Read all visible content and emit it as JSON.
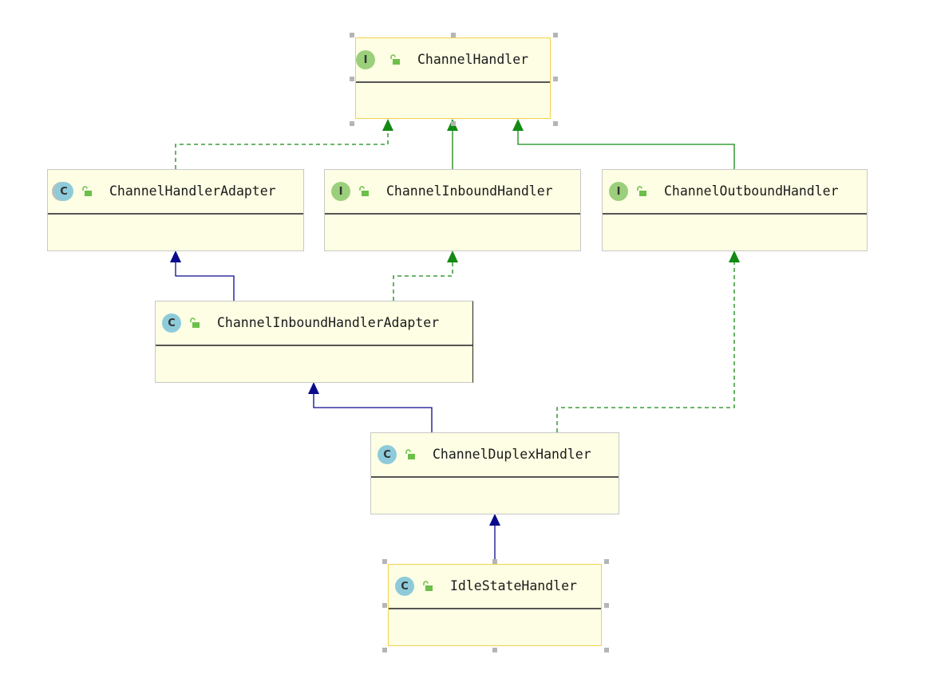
{
  "diagram": {
    "nodes": [
      {
        "id": "ChannelHandler",
        "kind": "interface",
        "badge": "I",
        "name": "ChannelHandler",
        "selected": true
      },
      {
        "id": "ChannelHandlerAdapter",
        "kind": "abstract-class",
        "badge": "C",
        "name": "ChannelHandlerAdapter",
        "selected": false
      },
      {
        "id": "ChannelInboundHandler",
        "kind": "interface",
        "badge": "I",
        "name": "ChannelInboundHandler",
        "selected": false
      },
      {
        "id": "ChannelOutboundHandler",
        "kind": "interface",
        "badge": "I",
        "name": "ChannelOutboundHandler",
        "selected": false
      },
      {
        "id": "ChannelInboundHandlerAdapter",
        "kind": "class",
        "badge": "C",
        "name": "ChannelInboundHandlerAdapter",
        "selected": false
      },
      {
        "id": "ChannelDuplexHandler",
        "kind": "class",
        "badge": "C",
        "name": "ChannelDuplexHandler",
        "selected": false
      },
      {
        "id": "IdleStateHandler",
        "kind": "class",
        "badge": "C",
        "name": "IdleStateHandler",
        "selected": true
      }
    ],
    "edges": [
      {
        "from": "ChannelHandlerAdapter",
        "to": "ChannelHandler",
        "type": "implements"
      },
      {
        "from": "ChannelInboundHandler",
        "to": "ChannelHandler",
        "type": "extends-interface"
      },
      {
        "from": "ChannelOutboundHandler",
        "to": "ChannelHandler",
        "type": "extends-interface"
      },
      {
        "from": "ChannelInboundHandlerAdapter",
        "to": "ChannelHandlerAdapter",
        "type": "extends"
      },
      {
        "from": "ChannelInboundHandlerAdapter",
        "to": "ChannelInboundHandler",
        "type": "implements"
      },
      {
        "from": "ChannelDuplexHandler",
        "to": "ChannelInboundHandlerAdapter",
        "type": "extends"
      },
      {
        "from": "ChannelDuplexHandler",
        "to": "ChannelOutboundHandler",
        "type": "implements"
      },
      {
        "from": "IdleStateHandler",
        "to": "ChannelDuplexHandler",
        "type": "extends"
      }
    ],
    "colors": {
      "extends": "#0a0a8c",
      "implements": "#138a13",
      "node_fill": "#fefee4",
      "node_border": "#c8c8c8",
      "selected_border": "#f0d24a",
      "interface_badge": "#9bcf7c",
      "class_badge": "#8ecbda",
      "lock_icon": "#6cbf4a"
    }
  }
}
